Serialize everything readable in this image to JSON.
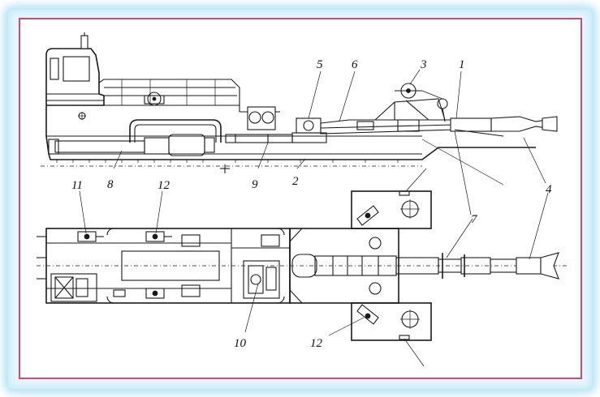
{
  "callouts": {
    "c1": "1",
    "c2": "2",
    "c3": "3",
    "c4a": "4",
    "c4b": "4",
    "c5": "5",
    "c6": "6",
    "c7": "7",
    "c8": "8",
    "c9": "9",
    "c10": "10",
    "c11": "11",
    "c12a": "12",
    "c12b": "12"
  },
  "colors": {
    "frame_border": "#d24a6a",
    "frame_glow": "#b9e4f6",
    "line": "#1a1a1a"
  }
}
